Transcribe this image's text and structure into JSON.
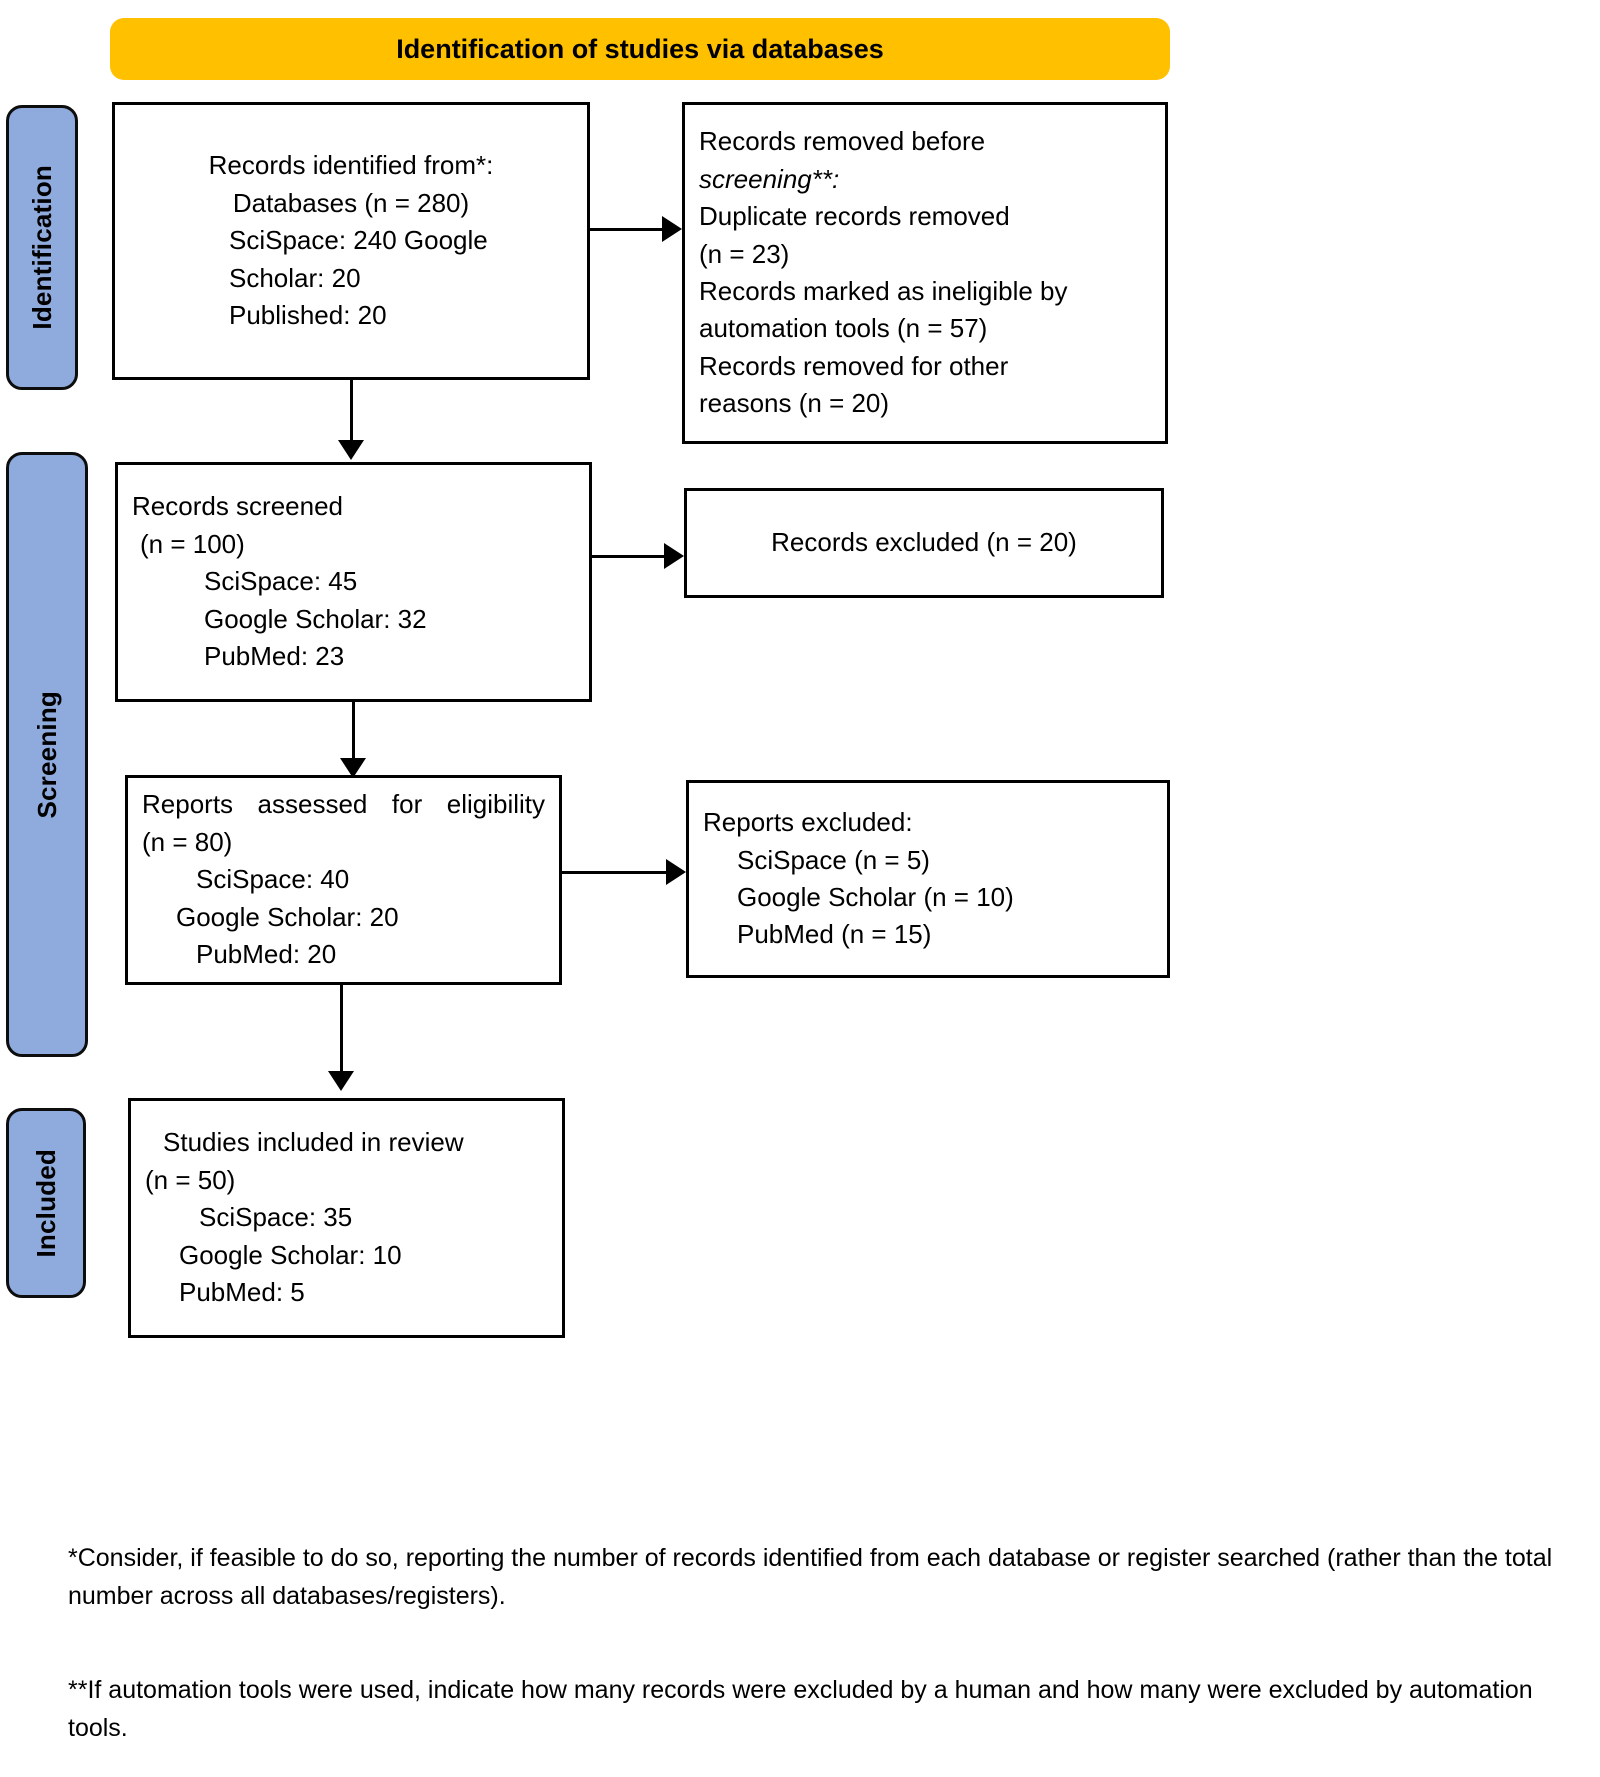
{
  "header": {
    "title": "Identification of studies via databases"
  },
  "phases": [
    {
      "name": "identification",
      "label": "Identification"
    },
    {
      "name": "screening",
      "label": "Screening"
    },
    {
      "name": "included",
      "label": "Included"
    }
  ],
  "boxes": {
    "records_identified": {
      "name": "records-identified-box",
      "lines": [
        "Records identified from*:",
        "Databases (n = 280)",
        "SciSpace: 240 Google",
        "Scholar: 20",
        "Published: 20"
      ]
    },
    "records_removed": {
      "name": "records-removed-box",
      "lines": [
        "Records removed before",
        "screening**:",
        "Duplicate records removed",
        "(n = 23)",
        "Records marked as ineligible by",
        "automation tools (n = 57)",
        "Records removed for other",
        "reasons (n = 20)"
      ]
    },
    "records_screened": {
      "name": "records-screened-box",
      "lines": [
        "Records screened",
        "(n = 100)",
        "SciSpace: 45",
        "Google Scholar: 32",
        "PubMed: 23"
      ]
    },
    "records_excluded": {
      "name": "records-excluded-box",
      "lines": [
        "Records excluded (n = 20)"
      ]
    },
    "reports_assessed": {
      "name": "reports-assessed-box",
      "lines": [
        "Reports assessed for eligibility",
        "(n = 80)",
        "SciSpace: 40",
        "Google Scholar: 20",
        "PubMed: 20"
      ]
    },
    "reports_excluded": {
      "name": "reports-excluded-box",
      "lines": [
        "Reports excluded:",
        "SciSpace (n = 5)",
        "Google Scholar (n = 10)",
        "PubMed (n = 15)"
      ]
    },
    "studies_included": {
      "name": "studies-included-box",
      "lines": [
        "Studies included in review",
        "(n = 50)",
        "SciSpace: 35",
        "Google Scholar: 10",
        "PubMed: 5"
      ]
    }
  },
  "footnotes": {
    "single_star": "*Consider, if feasible to do so, reporting the number of records identified from each database  or register searched (rather than the total number across all databases/registers).",
    "double_star": "**If automation tools were used, indicate how many records were excluded by a human and how many were excluded by automation tools."
  },
  "colors": {
    "phase_bar": "#8FAADC",
    "header": "#FFC000",
    "box_border": "#000000",
    "background": "#FFFFFF"
  }
}
